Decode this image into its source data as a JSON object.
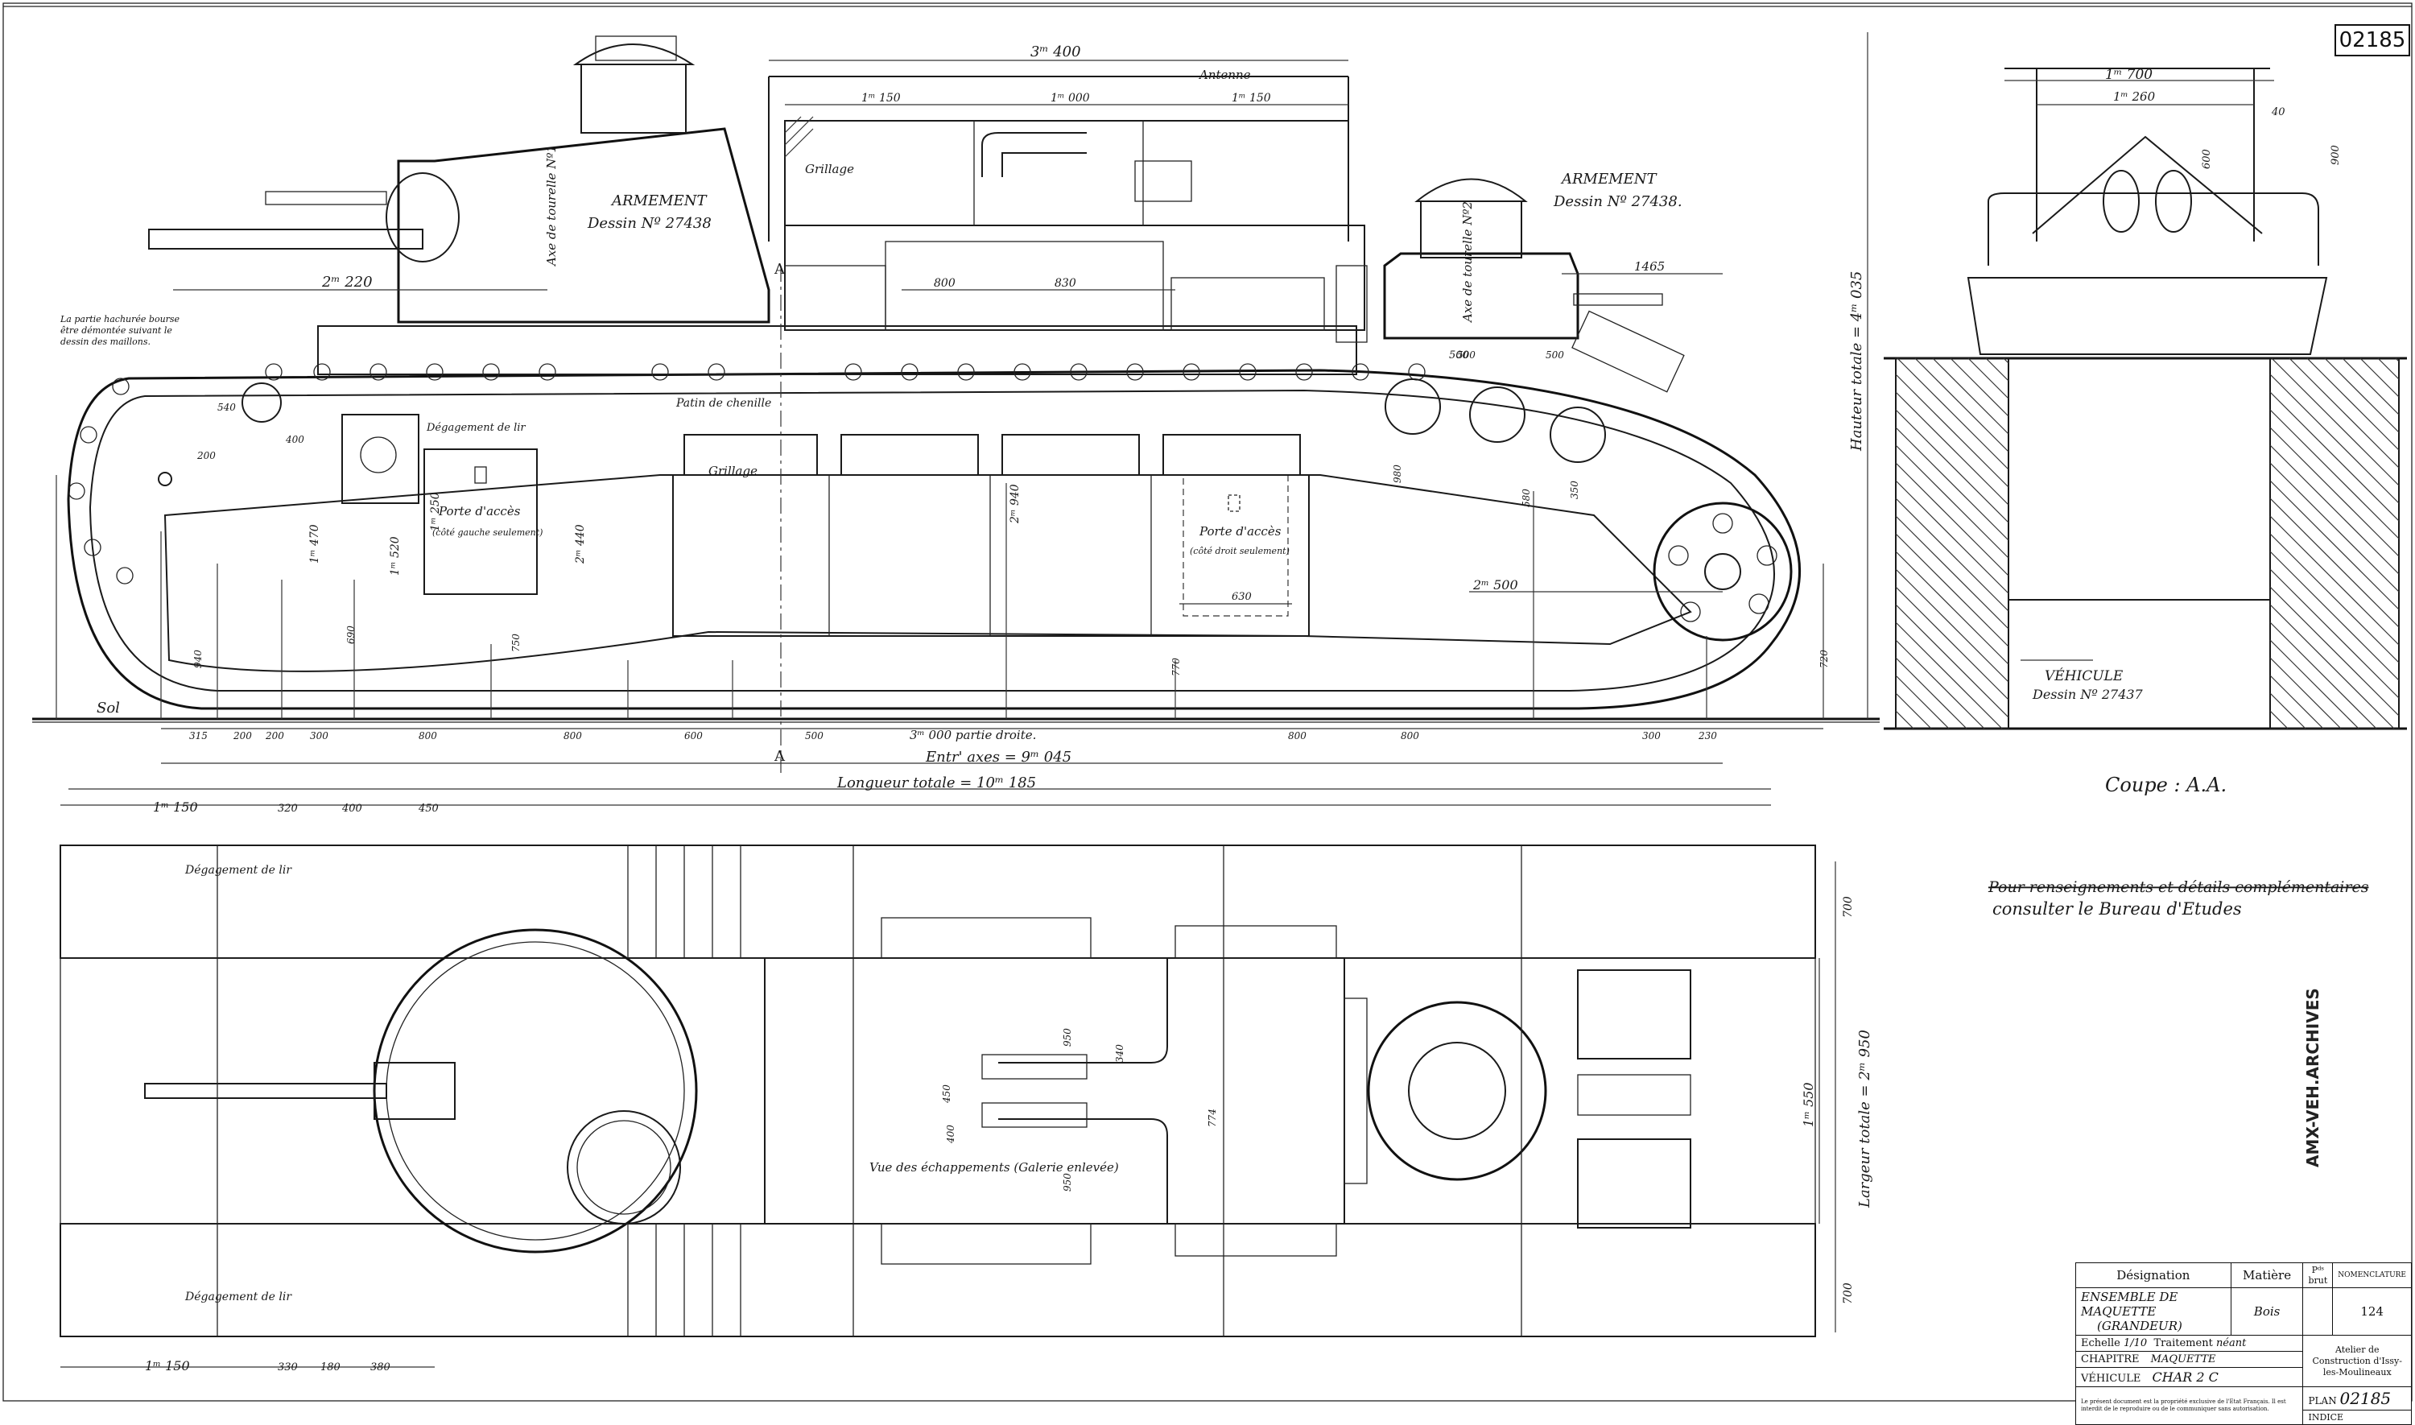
{
  "sheet": {
    "plan_number": "02185"
  },
  "side_view": {
    "dim_top_antenna": "3ᵐ 400",
    "antenna_label": "Antenne",
    "dim_150_left": "1ᵐ 150",
    "dim_000_mid": "1ᵐ 000",
    "dim_150_right": "1ᵐ 150",
    "grillage_top": "Grillage",
    "armement_front_title": "ARMEMENT",
    "armement_front_ref": "Dessin Nº 27438",
    "turret_axis_front": "Axe de tourelle Nº1",
    "armement_rear_title": "ARMEMENT",
    "armement_rear_ref": "Dessin Nº 27438.",
    "turret_axis_rear": "Axe de tourelle Nº2",
    "dim_2220": "2ᵐ 220",
    "dim_800": "800",
    "dim_830": "830",
    "dim_1465": "1465",
    "note_hatched": "La partie hachurée bourse être démontée suivant le dessin des maillons.",
    "degagement_lir": "Dégagement de lir",
    "porte_left_title": "Porte d'accès",
    "porte_left_note": "(côté gauche seulement)",
    "patin_label": "Patin de chenille",
    "grillage_low": "Grillage",
    "porte_right_title": "Porte d'accès",
    "porte_right_note": "(côté droit seulement)",
    "dim_630": "630",
    "dim_2500": "2ᵐ 500",
    "dim_500": "500",
    "height_total": "Hauteur totale = 4ᵐ 035",
    "sol_label": "Sol",
    "straight_part": "3ᵐ 000 partie droite.",
    "axis_between": "Entr' axes = 9ᵐ 045",
    "length_total": "Longueur totale = 10ᵐ 185",
    "section_mark": "A",
    "bottom_dims": [
      "315",
      "200",
      "200",
      "300",
      "800",
      "800",
      "600",
      "500",
      "800",
      "800",
      "300",
      "230"
    ],
    "heights_left": [
      "1ᵐ 470",
      "1ᵐ 520",
      "1ᵐ 250",
      "2ᵐ 940",
      "2ᵐ 440"
    ],
    "small_dims": [
      "540",
      "200",
      "400",
      "500",
      "500",
      "980",
      "580",
      "350",
      "940",
      "690",
      "750",
      "770",
      "720"
    ]
  },
  "section_view": {
    "dim_1700": "1ᵐ 700",
    "dim_1260": "1ᵐ 260",
    "dim_40": "40",
    "dim_600": "600",
    "dim_900": "900",
    "vehicle_title": "VÉHICULE",
    "vehicle_ref": "Dessin Nº 27437",
    "caption": "Coupe : A.A."
  },
  "note": {
    "line1": "Pour renseignements et détails complémentaires",
    "line2": "consulter le Bureau d'Etudes"
  },
  "plan_view": {
    "dim_1150_top": "1ᵐ 150",
    "dim_320": "320",
    "dim_400": "400",
    "dim_450": "450",
    "degagement_top": "Dégagement de lir",
    "degagement_bottom": "Dégagement de lir",
    "echap_label": "Vue des échappements (Galerie enlevée)",
    "dim_1150_bottom": "1ᵐ 150",
    "dim_330": "330",
    "dim_180": "180",
    "dim_380": "380",
    "width_total": "Largeur totale = 2ᵐ 950",
    "dim_1550": "1ᵐ 550",
    "dim_700_top": "700",
    "dim_700_bottom": "700",
    "exhaust_dims": [
      "950",
      "340",
      "950",
      "774",
      "450",
      "400"
    ]
  },
  "stamp": {
    "text": "AMX-VEH.ARCHIVES"
  },
  "title_block": {
    "designation_header": "Désignation",
    "matiere_header": "Matière",
    "brut_header": "Pᵈˢ brut",
    "nomenclature_header": "NOMENCLATURE",
    "designation": "ENSEMBLE DE MAQUETTE",
    "designation_sub": "(GRANDEUR)",
    "matiere": "Bois",
    "nomenclature_value": "124",
    "echelle_label": "Echelle",
    "echelle_value": "1/10",
    "traitement_label": "Traitement",
    "traitement_value": "néant",
    "chapitre_label": "CHAPITRE",
    "chapitre_value": "MAQUETTE",
    "vehicule_label": "VÉHICULE",
    "vehicule_value": "CHAR 2 C",
    "atelier": "Atelier de Construction d'Issy-les-Moulineaux",
    "plan_label": "PLAN",
    "plan_value": "02185",
    "indice_label": "INDICE",
    "legal": "Le présent document est la propriété exclusive de l'Etat Français. Il est interdit de le reproduire ou de le communiquer sans autorisation."
  }
}
